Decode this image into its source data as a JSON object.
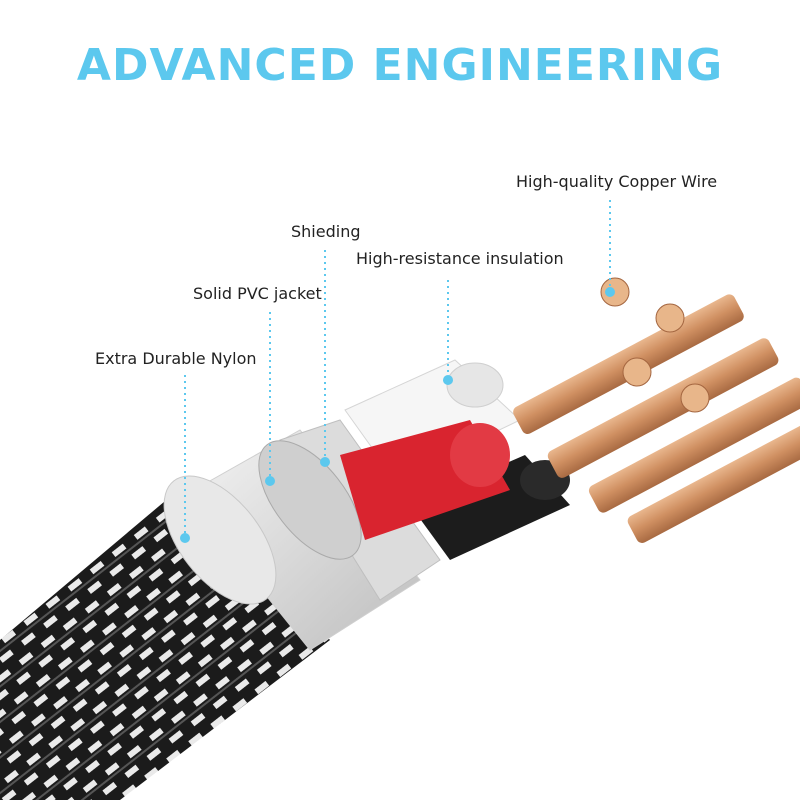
{
  "headline": "ADVANCED ENGINEERING",
  "callouts": {
    "copper": "High-quality Copper Wire",
    "shielding": "Shieding",
    "insulation": "High-resistance insulation",
    "jacket": "Solid PVC jacket",
    "nylon": "Extra Durable Nylon"
  },
  "colors": {
    "accent": "#5cc8ee",
    "red_core": "#d9242f",
    "copper": "#d79a6e"
  }
}
